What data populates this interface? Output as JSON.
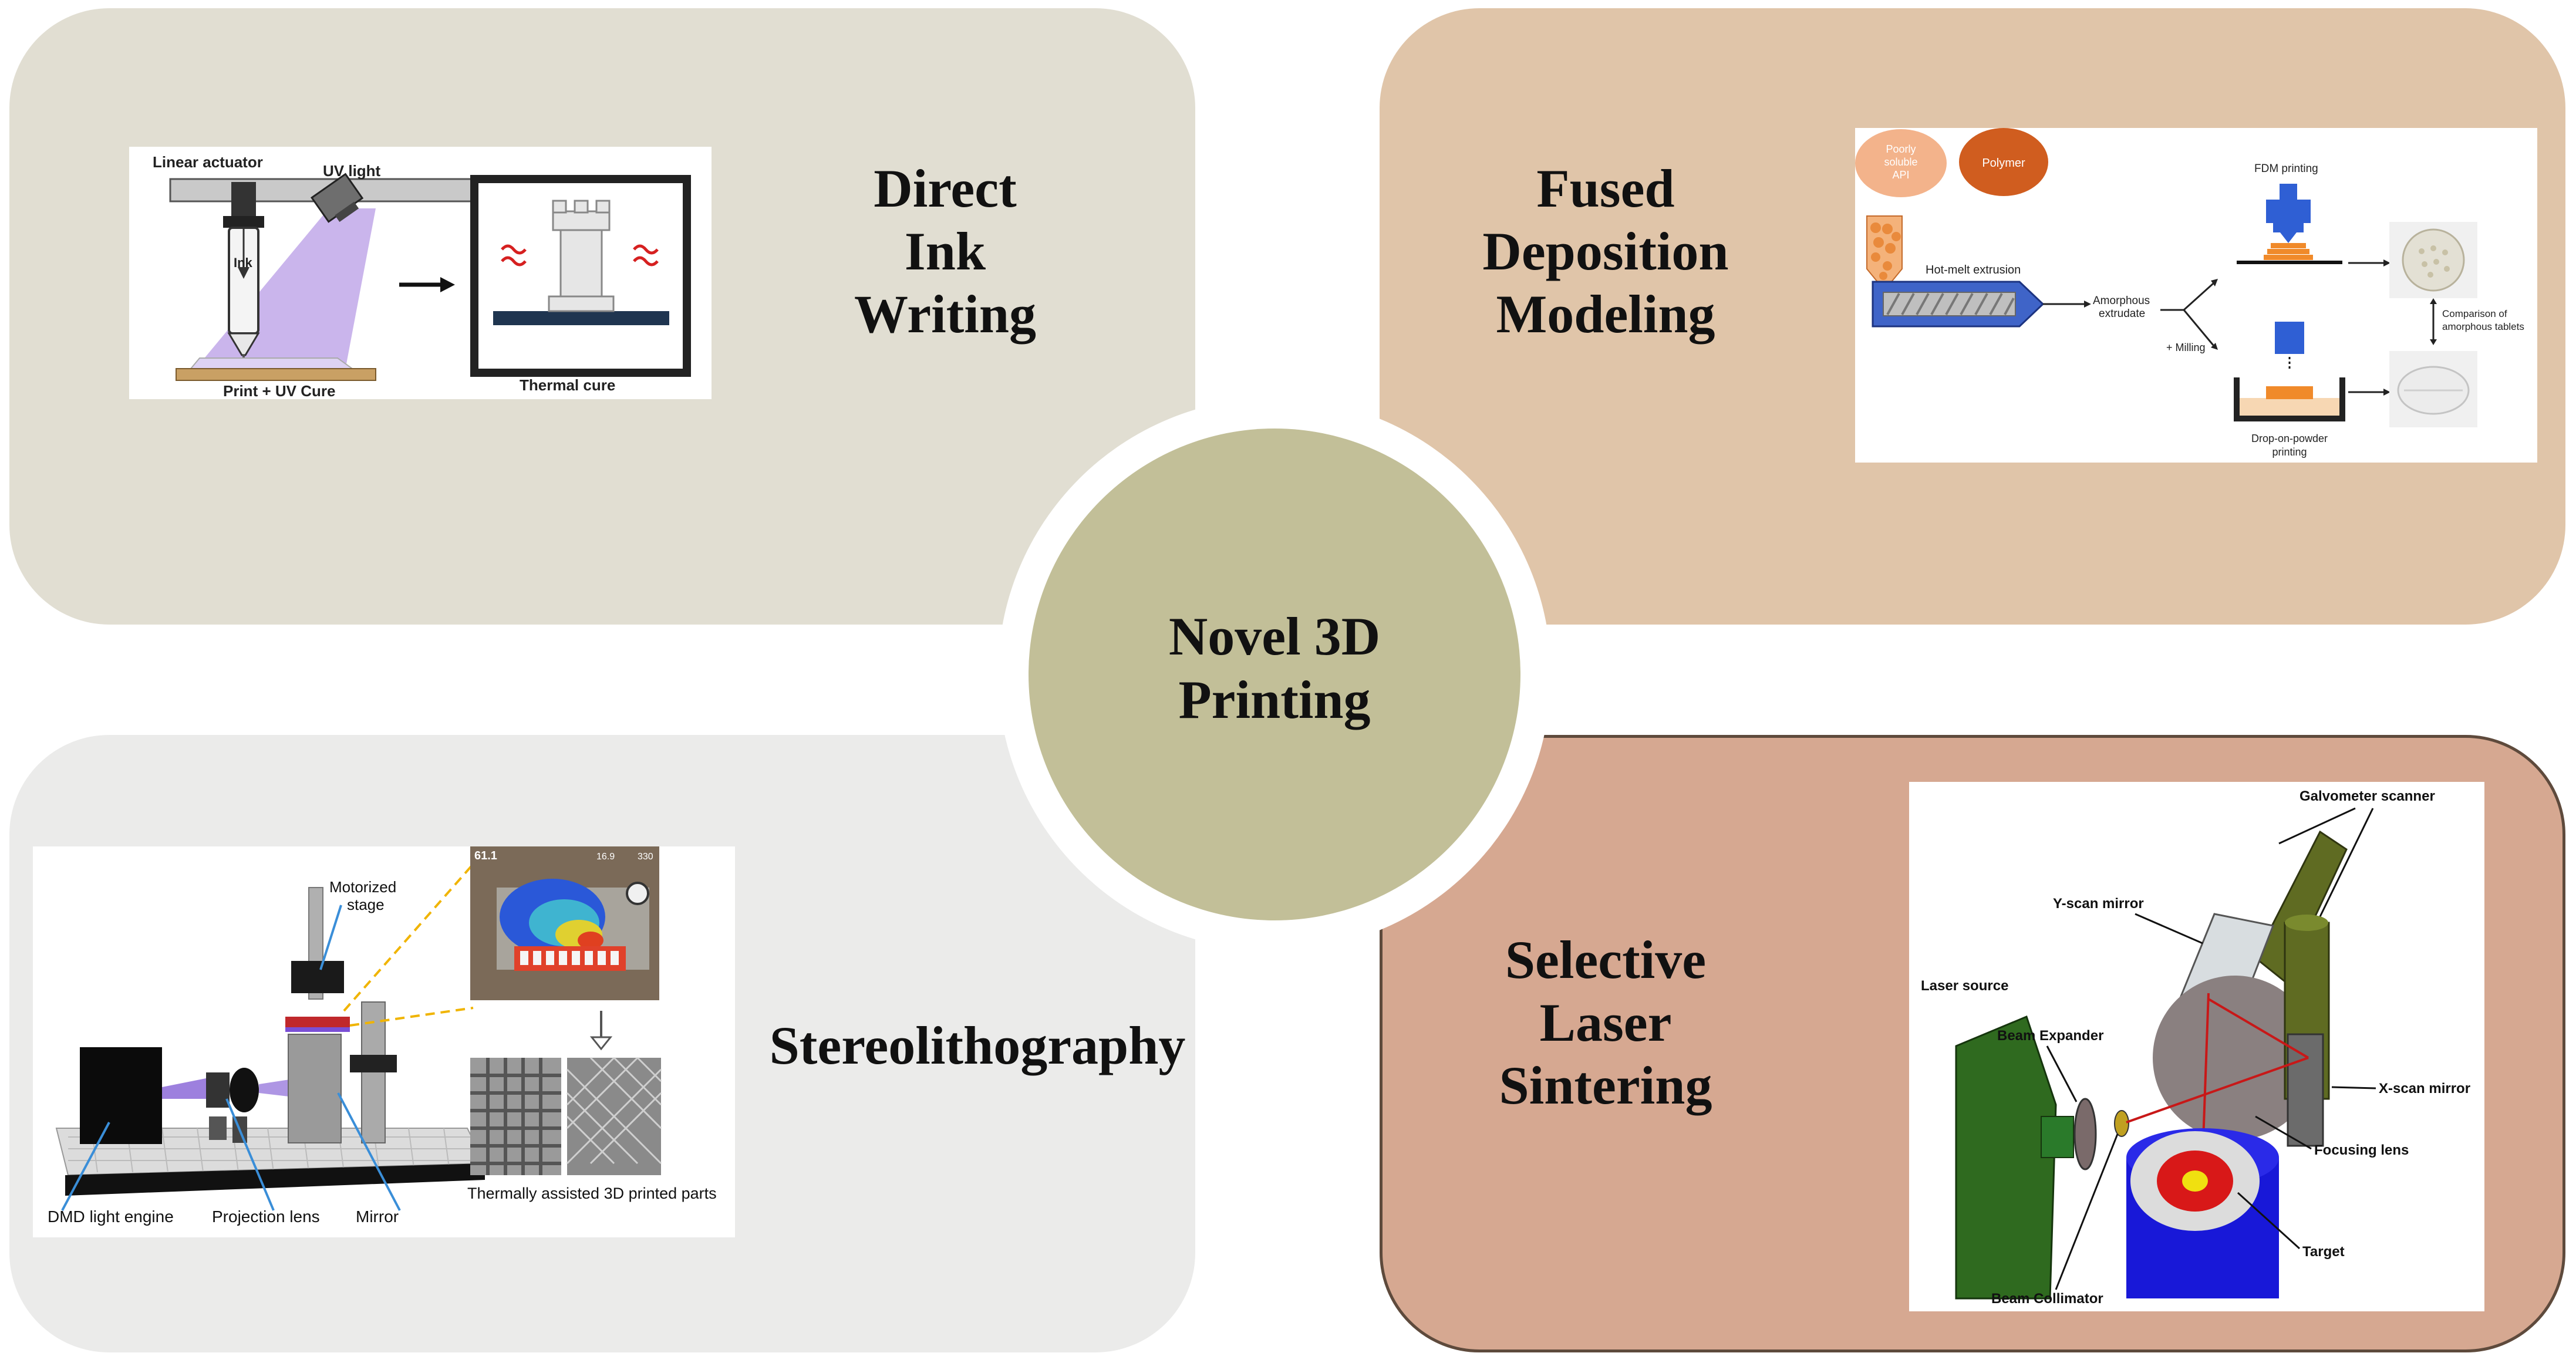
{
  "center": {
    "line1": "Novel 3D",
    "line2": "Printing"
  },
  "diw": {
    "title": [
      "Direct",
      "Ink",
      "Writing"
    ],
    "labels": {
      "actuator": "Linear actuator",
      "uv": "UV light",
      "ink": "Ink",
      "print": "Print + UV Cure",
      "thermal": "Thermal cure"
    }
  },
  "fdm": {
    "title": [
      "Fused",
      "Deposition",
      "Modeling"
    ],
    "labels": {
      "api": [
        "Poorly",
        "soluble",
        "API"
      ],
      "polymer": "Polymer",
      "hme": "Hot-melt extrusion",
      "amorphous": [
        "Amorphous",
        "extrudate"
      ],
      "milling": "+ Milling",
      "fdm_printing": "FDM printing",
      "dop": [
        "Drop-on-powder",
        "printing"
      ],
      "comparison": [
        "Comparison of",
        "amorphous tablets"
      ]
    }
  },
  "sla": {
    "title": "Stereolithography",
    "labels": {
      "stage": [
        "Motorized",
        "stage"
      ],
      "dmd": "DMD light engine",
      "lens": "Projection lens",
      "mirror": "Mirror",
      "parts": "Thermally assisted 3D printed parts",
      "hud_left": "61.1",
      "hud_right": "16.9",
      "hud_far": "330"
    }
  },
  "sls": {
    "title": [
      "Selective",
      "Laser",
      "Sintering"
    ],
    "labels": {
      "galvo": "Galvometer scanner",
      "yscan": "Y-scan mirror",
      "source": "Laser source",
      "expander": "Beam Expander",
      "xscan": "X-scan mirror",
      "focus": "Focusing lens",
      "target": "Target",
      "collimator": "Beam Collimator"
    }
  },
  "colors": {
    "tl": "#e1ded2",
    "tr": "#e0c5a9",
    "bl": "#ebebea",
    "br": "#d6a891",
    "center": "#c2bf98"
  }
}
